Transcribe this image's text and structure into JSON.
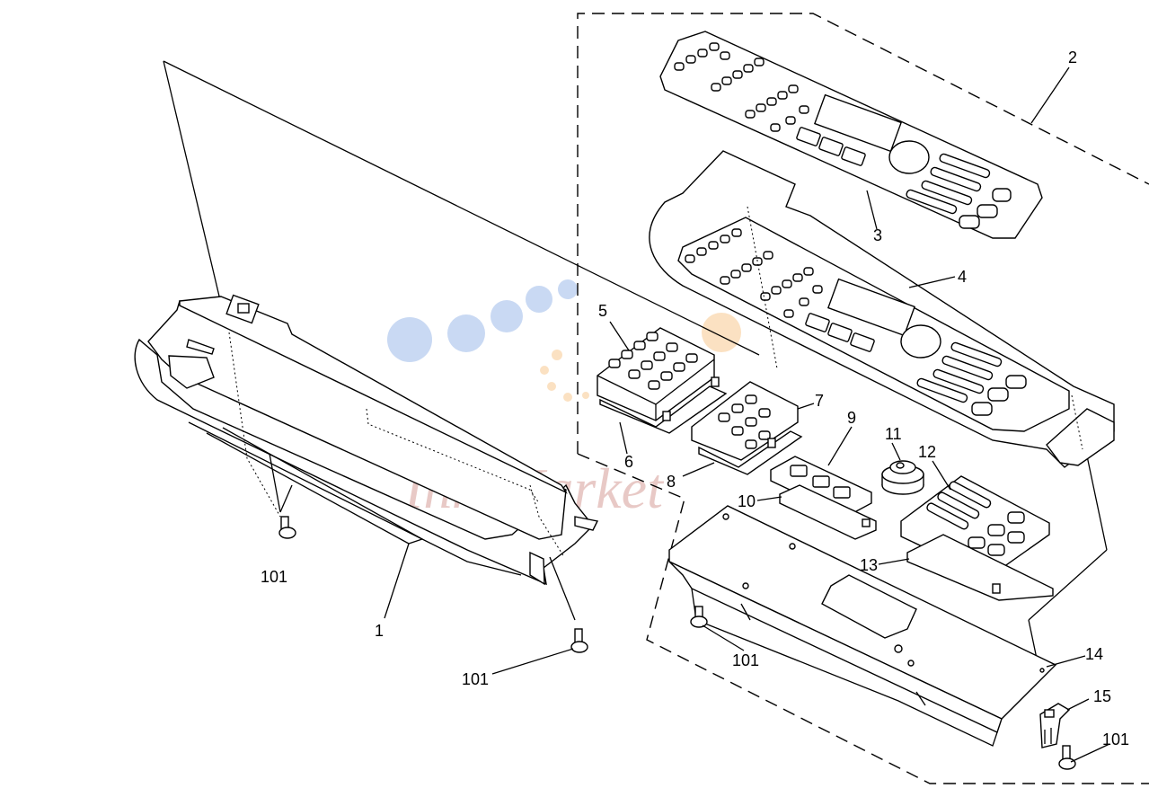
{
  "watermark": {
    "text": "Ink-Market",
    "colors": {
      "blue": "#c9d9f3",
      "orange": "#fbe1c2",
      "pink": "#e8c9c6"
    }
  },
  "callouts": {
    "c1": "1",
    "c2": "2",
    "c3": "3",
    "c4": "4",
    "c5": "5",
    "c6": "6",
    "c7": "7",
    "c8": "8",
    "c9": "9",
    "c10": "10",
    "c11": "11",
    "c12": "12",
    "c13": "13",
    "c14": "14",
    "c15": "15",
    "c101a": "101",
    "c101b": "101",
    "c101c": "101",
    "c101d": "101"
  }
}
